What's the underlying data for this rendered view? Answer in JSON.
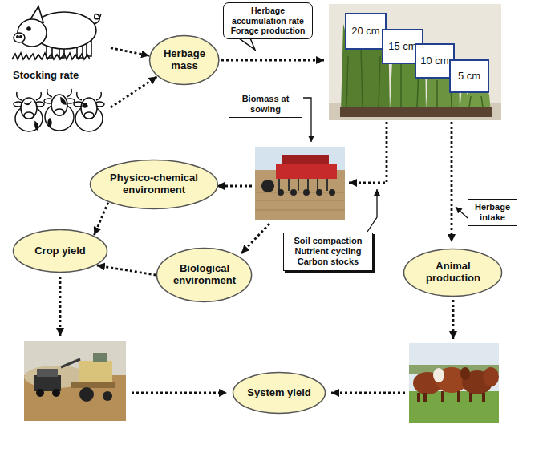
{
  "diagram": {
    "nodes": [
      {
        "text": [
          "Stocking rate"
        ]
      },
      {
        "text": [
          "Herbage mass"
        ]
      },
      {
        "text": [
          "Herbage accumulation rate",
          "Forage production"
        ]
      },
      {
        "text": [
          "20 cm"
        ]
      },
      {
        "text": [
          "15 cm"
        ]
      },
      {
        "text": [
          "10 cm"
        ]
      },
      {
        "text": [
          "5 cm"
        ]
      },
      {
        "text": [
          "Biomass at sowing"
        ]
      },
      {
        "text": [
          "Physico-chemical environment"
        ]
      },
      {
        "text": [
          "Herbage intake"
        ]
      },
      {
        "text": [
          "Crop yield"
        ]
      },
      {
        "text": [
          "Biological environment"
        ]
      },
      {
        "text": [
          "Soil compaction",
          "Nutrient cycling",
          "Carbon stocks"
        ]
      },
      {
        "text": [
          "Animal production"
        ]
      },
      {
        "text": [
          "System yield"
        ]
      }
    ],
    "edges": [
      {
        "from": 0,
        "to": 1,
        "arrow": "to"
      },
      {
        "from": 0,
        "to": 1,
        "arrow": "to"
      },
      {
        "from": 8,
        "to": 10,
        "arrow": "to"
      },
      {
        "from": 11,
        "to": 10,
        "arrow": "to"
      }
    ]
  }
}
